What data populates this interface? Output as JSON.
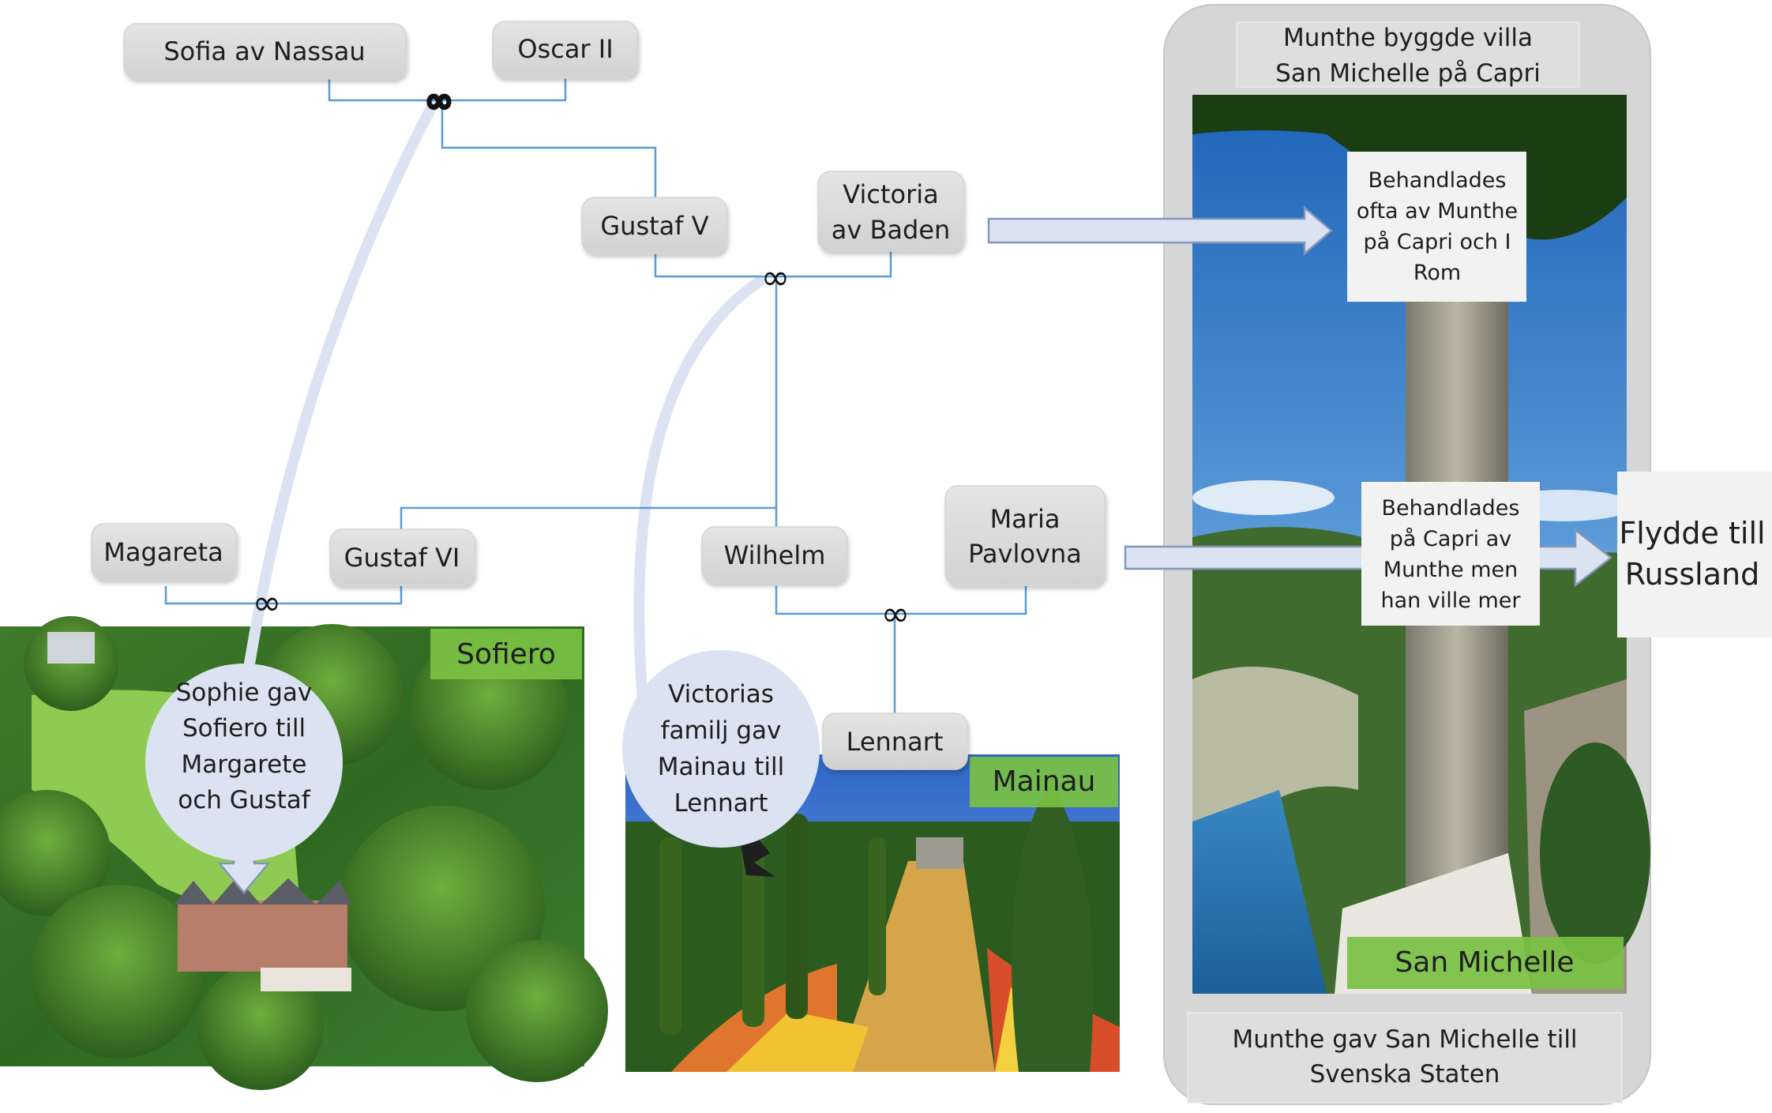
{
  "people": {
    "sofia": {
      "line1": "Sofia av Nassau"
    },
    "oscar": {
      "line1": "Oscar II"
    },
    "gustaf5": {
      "line1": "Gustaf V"
    },
    "victoria": {
      "line1": "Victoria",
      "line2": "av Baden"
    },
    "magareta": {
      "line1": "Magareta"
    },
    "gustaf6": {
      "line1": "Gustaf VI"
    },
    "wilhelm": {
      "line1": "Wilhelm"
    },
    "maria": {
      "line1": "Maria",
      "line2": "Pavlovna"
    },
    "lennart": {
      "line1": "Lennart"
    }
  },
  "places": {
    "sofiero": "Sofiero",
    "mainau": "Mainau",
    "san_michelle": "San Michelle"
  },
  "bubbles": {
    "sophie": [
      "Sophie gav",
      "Sofiero till",
      "Margarete",
      "och Gustaf"
    ],
    "victorias": [
      "Victorias",
      "familj gav",
      "Mainau till",
      "Lennart"
    ]
  },
  "panel": {
    "top": [
      "Munthe byggde villa",
      "San Michelle på Capri"
    ],
    "bottom": [
      "Munthe gav San Michelle till",
      "Svenska Staten"
    ]
  },
  "notes": {
    "victoria_note": [
      "Behandlades",
      "ofta av Munthe",
      "på Capri  och I",
      "Rom"
    ],
    "maria_note": [
      "Behandlades",
      "på Capri av",
      "Munthe men",
      "han ville mer"
    ],
    "flydde": [
      "Flydde till",
      "Russland"
    ]
  },
  "marriage_symbol": "∞"
}
